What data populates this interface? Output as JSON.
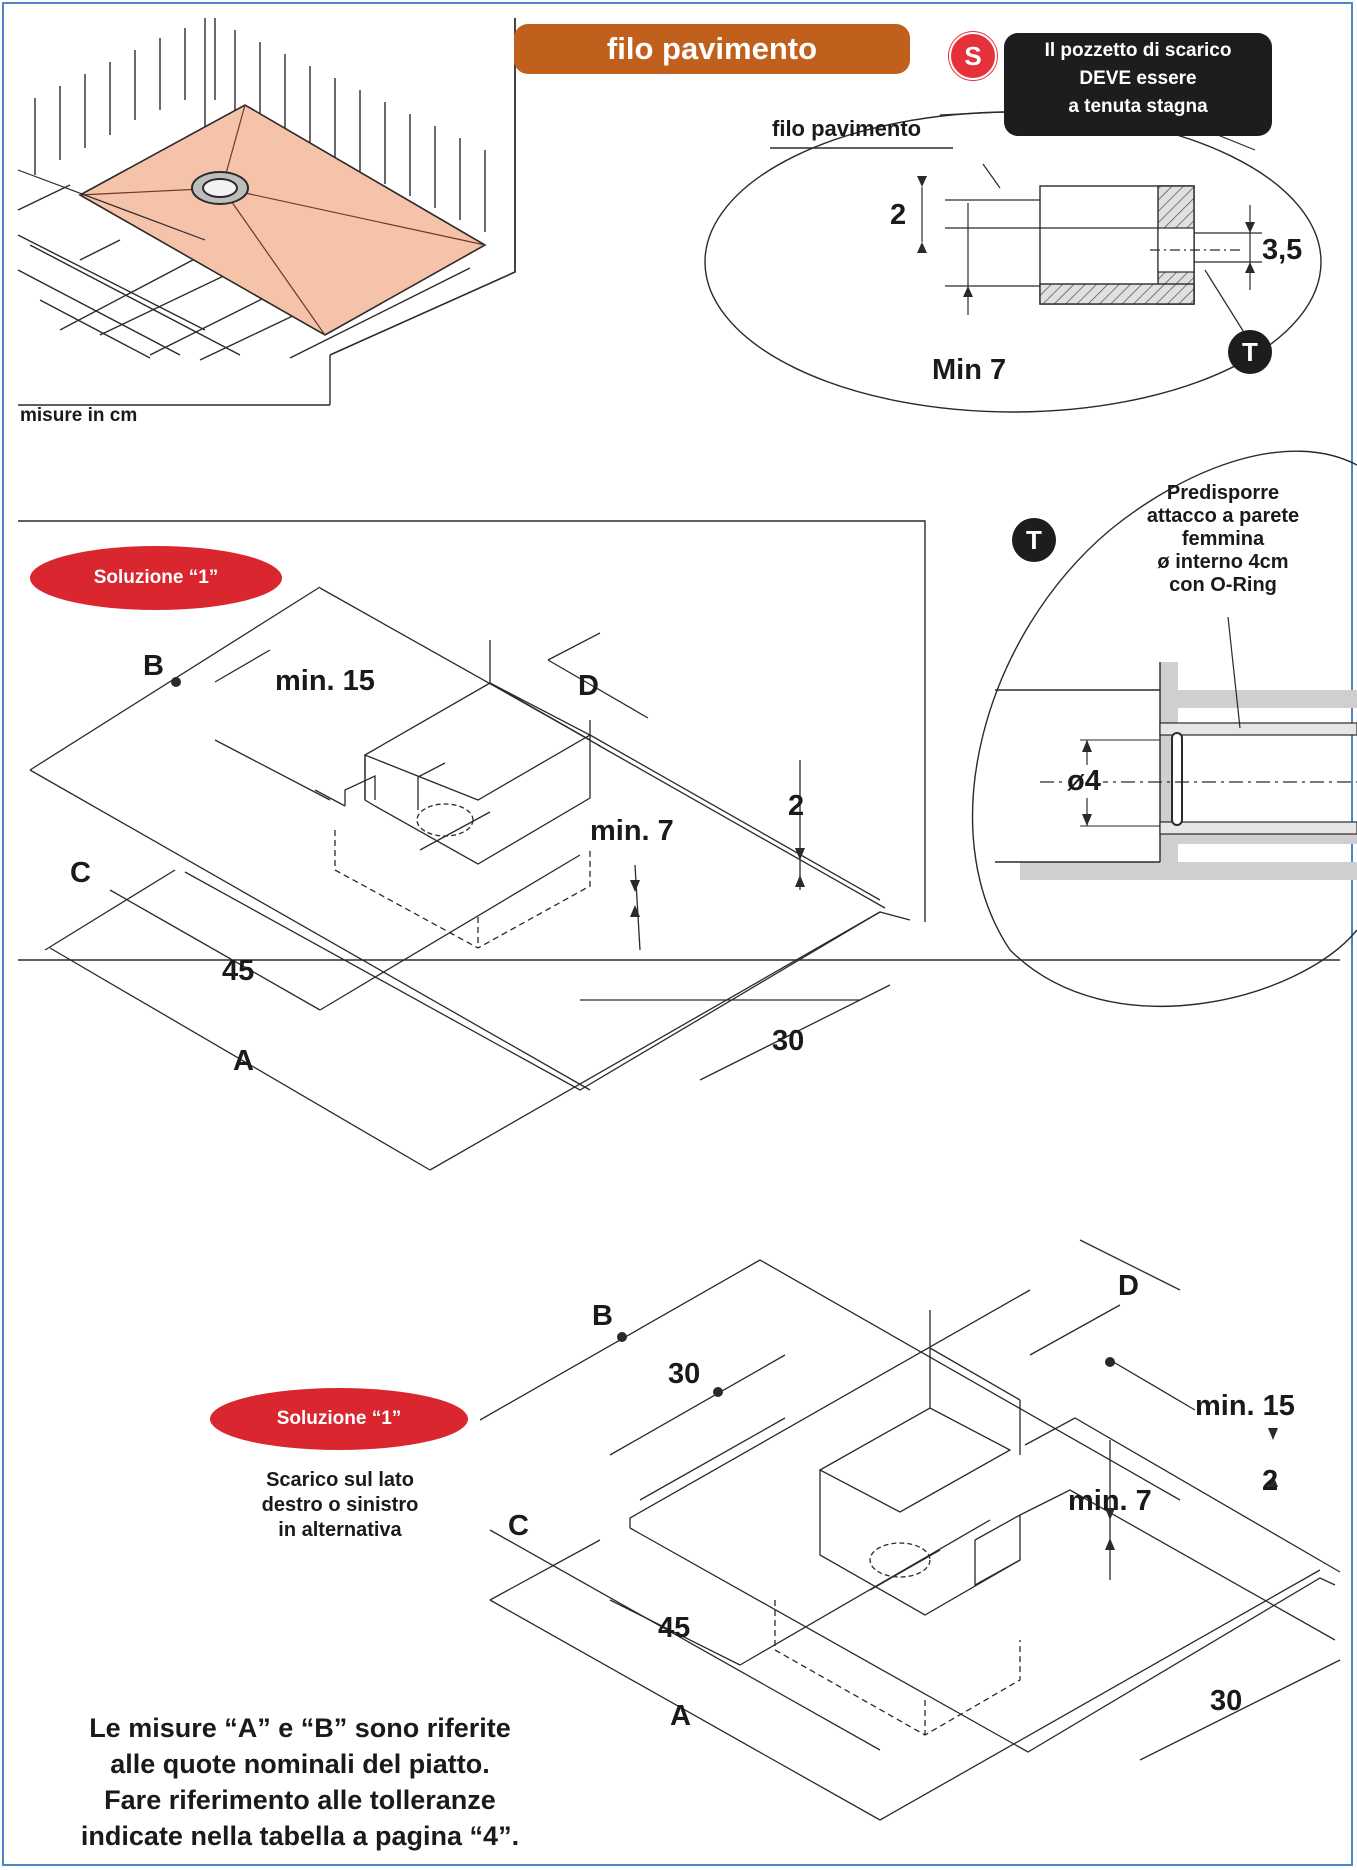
{
  "top": {
    "banner": "filo pavimento",
    "units_label": "misure in cm",
    "warning_badge": "S",
    "warning_lines": [
      "Il pozzetto di scarico",
      "DEVE essere",
      "a tenuta stagna"
    ],
    "detail_label": "filo pavimento",
    "dim_2": "2",
    "dim_3_5": "3,5",
    "dim_min7": "Min 7",
    "t_badge": "T"
  },
  "detail_t": {
    "badge": "T",
    "lines": [
      "Predisporre",
      "attacco a parete",
      "femmina",
      "ø interno 4cm",
      "con O-Ring"
    ],
    "diameter": "ø4"
  },
  "solution1": {
    "pill": "Soluzione “1”",
    "B": "B",
    "min15": "min. 15",
    "D": "D",
    "two": "2",
    "min7": "min. 7",
    "C": "C",
    "d45": "45",
    "d30": "30",
    "A": "A"
  },
  "solution2": {
    "pill": "Soluzione “1”",
    "caption": [
      "Scarico sul lato",
      "destro o sinistro",
      "in alternativa"
    ],
    "B": "B",
    "D": "D",
    "d30top": "30",
    "min15": "min. 15",
    "two": "2",
    "min7": "min. 7",
    "C": "C",
    "d45": "45",
    "A": "A",
    "d30": "30"
  },
  "footer_note": [
    "Le misure “A” e “B” sono riferite",
    "alle quote nominali del piatto.",
    "Fare riferimento alle tolleranze",
    "indicate nella tabella a pagina “4”."
  ],
  "colors": {
    "frame": "#4f86c6",
    "banner": "#c0601c",
    "pill": "#d9262f",
    "tray": "#f5c2aa"
  }
}
